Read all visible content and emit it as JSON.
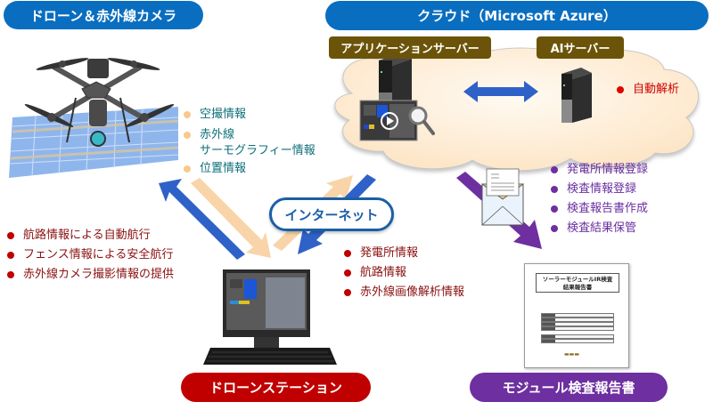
{
  "sections": {
    "drone": {
      "title": "ドローン＆赤外線カメラ"
    },
    "cloud": {
      "title": "クラウド（Microsoft Azure）",
      "app_server_label": "アプリケーションサーバー",
      "ai_server_label": "AIサーバー",
      "ai_server_items": [
        "自動解析"
      ]
    },
    "station": {
      "title": "ドローンステーション"
    },
    "report": {
      "title": "モジュール検査報告書",
      "document_title_line1": "ソーラーモジュールIR検査",
      "document_title_line2": "結果報告書"
    }
  },
  "connector": {
    "label": "インターネット"
  },
  "lists": {
    "drone_to_station": [
      "空撮情報",
      "赤外線",
      "サーモグラフィー情報",
      "位置情報"
    ],
    "station_to_drone": [
      "航路情報による自動航行",
      "フェンス情報による安全航行",
      "赤外線カメラ撮影情報の提供"
    ],
    "cloud_to_station": [
      "発電所情報",
      "航路情報",
      "赤外線画像解析情報"
    ],
    "cloud_to_report": [
      "発電所情報登録",
      "検査情報登録",
      "検査報告書作成",
      "検査結果保管"
    ]
  },
  "colors": {
    "drone_pill": "#0a6ec0",
    "cloud_pill": "#0a6ec0",
    "station_pill": "#c00000",
    "report_pill": "#6e2fa0",
    "server_label": "#6b5409",
    "arrow_blue": "#2f62c8",
    "arrow_peach": "#f8d4a8",
    "arrow_purple": "#6e2fa0"
  }
}
